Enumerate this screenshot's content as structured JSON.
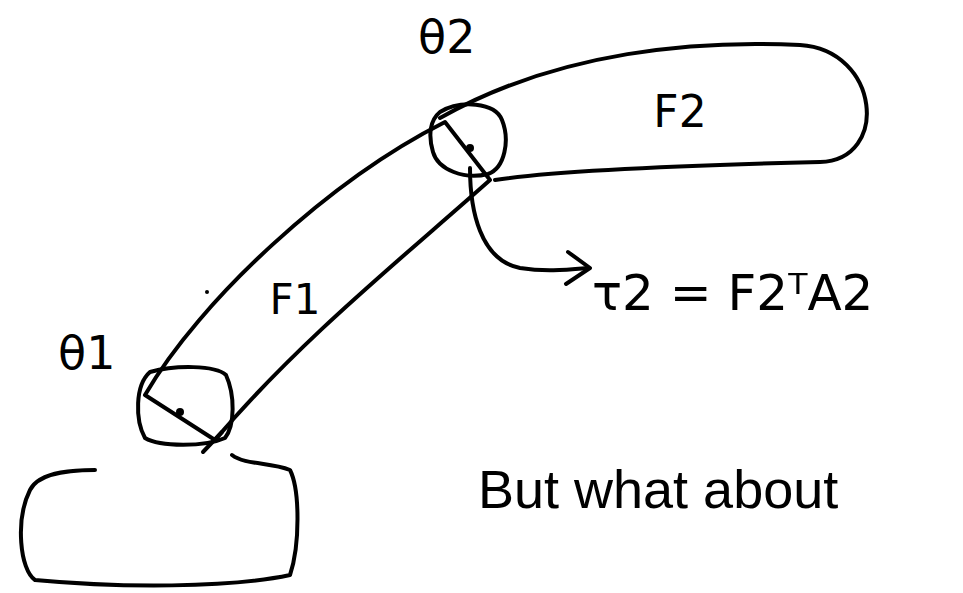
{
  "diagram": {
    "nodes": [
      {
        "text": [
          "F1"
        ]
      },
      {
        "text": [
          "F2"
        ]
      }
    ],
    "labels": [
      "θ2",
      "θ1",
      "τ2 = F2ᵀA2",
      "But what about"
    ]
  }
}
